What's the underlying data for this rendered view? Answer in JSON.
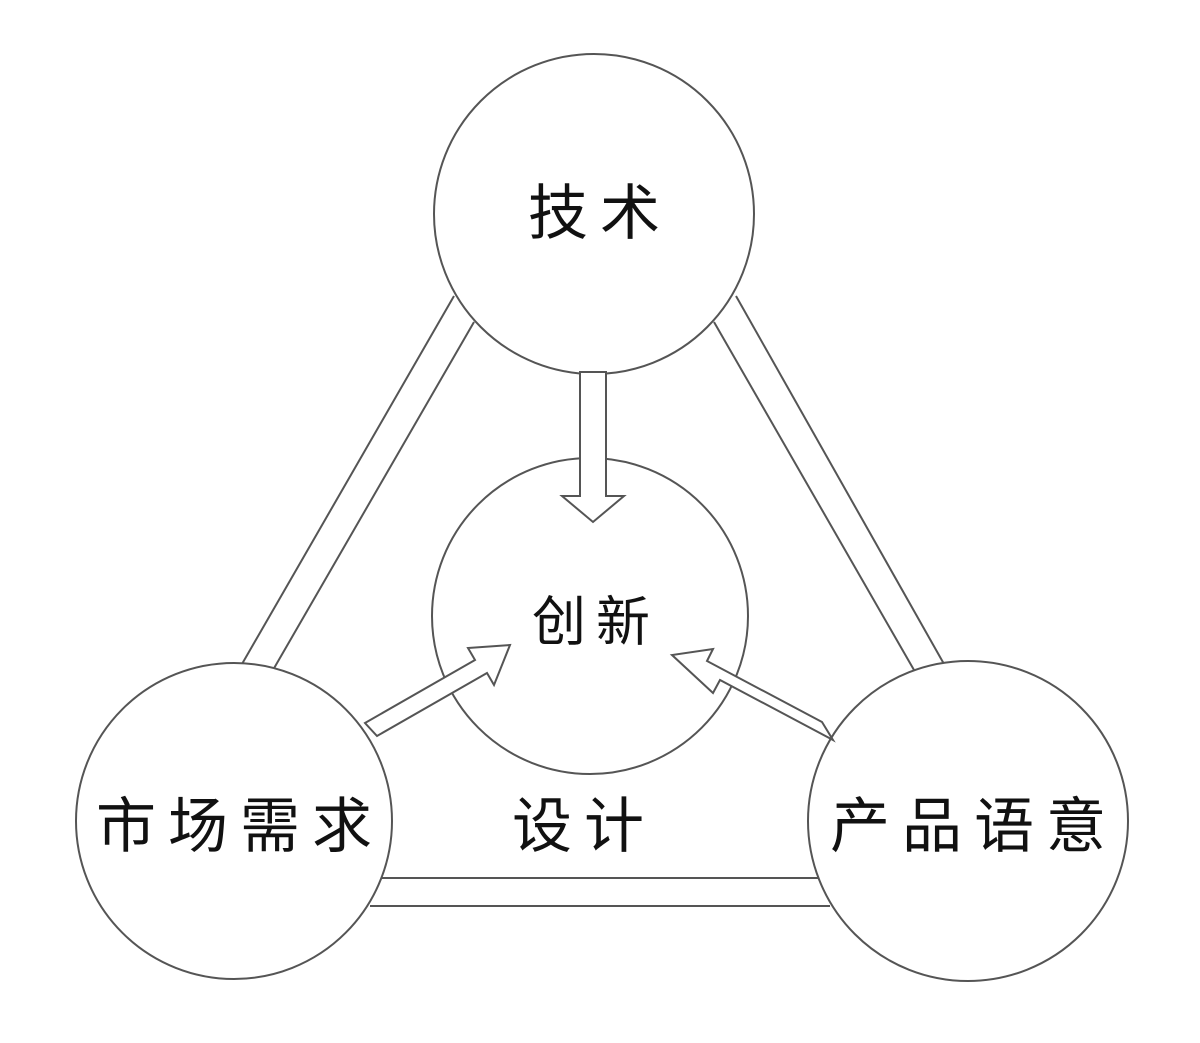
{
  "nodes": {
    "top": "技术",
    "center": "创新",
    "left": "市场需求",
    "right": "产品语意"
  },
  "bottom_label": "设计",
  "colors": {
    "stroke": "#555555",
    "text": "#111111",
    "background": "#ffffff"
  }
}
